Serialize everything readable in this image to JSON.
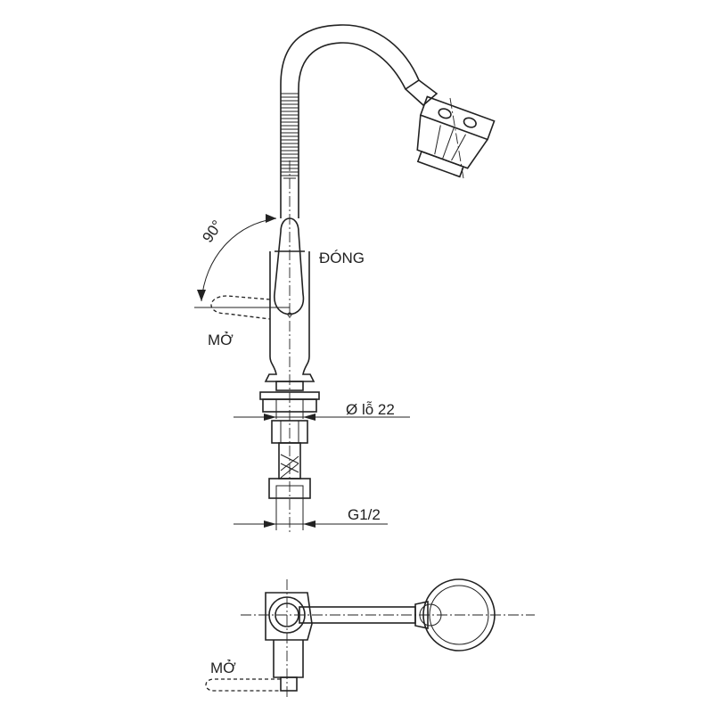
{
  "labels": {
    "angle": "90°",
    "closed": "ĐÓNG",
    "open_side": "MỞ",
    "hole_diameter": "Ø lỗ 22",
    "thread": "G1/2",
    "open_top": "MỞ"
  }
}
